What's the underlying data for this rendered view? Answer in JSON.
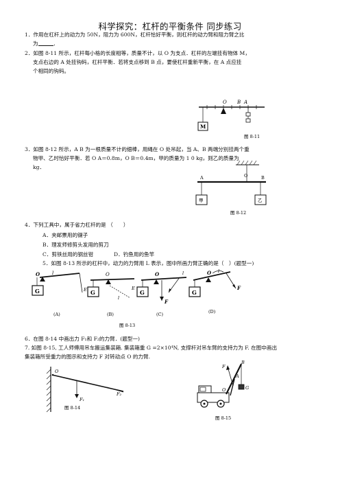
{
  "title": "科学探究：杠杆的平衡条件 同步练习",
  "q1": {
    "line1": "1．作用在杠杆上的动力为 50N，阻力为 600N，杠杆恰好平衡，则杠杆的动力臂和阻力臂之比",
    "line2_prefix": "为",
    "line2_suffix": "．"
  },
  "q2": {
    "line1": "2．如图 8-11 所示，杠杆每小格的长度相等，质量不计，以 O 为支点．杠杆的左端挂有物体 M，",
    "line2": "支点右边的 A 处挂钩码，杠杆平衡．若将支点移到 B 点，要使杠杆重新平衡，在 A 点应挂",
    "line3": "个相同的钩码。"
  },
  "fig811": {
    "caption": "图 8-11",
    "label_o": "O",
    "label_b": "B",
    "label_a": "A",
    "label_m": "M"
  },
  "q3": {
    "line1": "3．如图 8-12 所示，A B 为一根质量不计的细棒，用绳在 O 处吊起，当 A、B 两端分别挂两个重",
    "line2": "物甲、乙时恰好平衡．若 O A＝0.8m，O B＝0.4m，甲的质量为 1 0 kg，则乙的质量为",
    "line3": "kg．"
  },
  "fig812": {
    "caption": "图 8-12",
    "label_a": "A",
    "label_o": "O",
    "label_b": "B",
    "label_jia": "甲",
    "label_yi": "乙"
  },
  "q4": {
    "stem": "4．下列工具中，属于省力杠杆的是 （　　）",
    "opt_a": "A．夹邮票用的镊子",
    "opt_b": "B．理发师修剪头发用的剪刀",
    "opt_c": "C．剪铁丝用的钢丝钳",
    "opt_d": "D．钓鱼用的鱼竿"
  },
  "q5": {
    "text": "5．如图 8-13 所示的杠杆中，动力的力臂用 L 表示，图中所画力臂正确的是（　）(题型一)"
  },
  "fig813": {
    "caption": "图 8-13",
    "labels": [
      "(A)",
      "(B)",
      "(C)",
      "(D)"
    ],
    "g": "G",
    "o": "O",
    "l": "l",
    "f": "F",
    "e": "E"
  },
  "q6": {
    "text": "6．在图 8-14 中画出力 F₁和 F₂的力臂．(题型一)"
  },
  "q7": {
    "line1": "7. 如图 8-15, 工人师傅用吊车搬运集装箱. 集装箱重 G =2×10⁴N, 支撑杆对吊车臂的支持力为 F. 在图中画出",
    "line2": "集装箱所受重力的图示和支持力 F 对转动点 O 的力臂."
  },
  "fig814": {
    "caption": "图 8-14",
    "o": "O",
    "f1": "F₁",
    "f2": "F₂"
  },
  "fig815": {
    "caption": "图 8-15",
    "f": "F",
    "b": "B",
    "a": "A",
    "o": "O",
    "g": "G"
  }
}
